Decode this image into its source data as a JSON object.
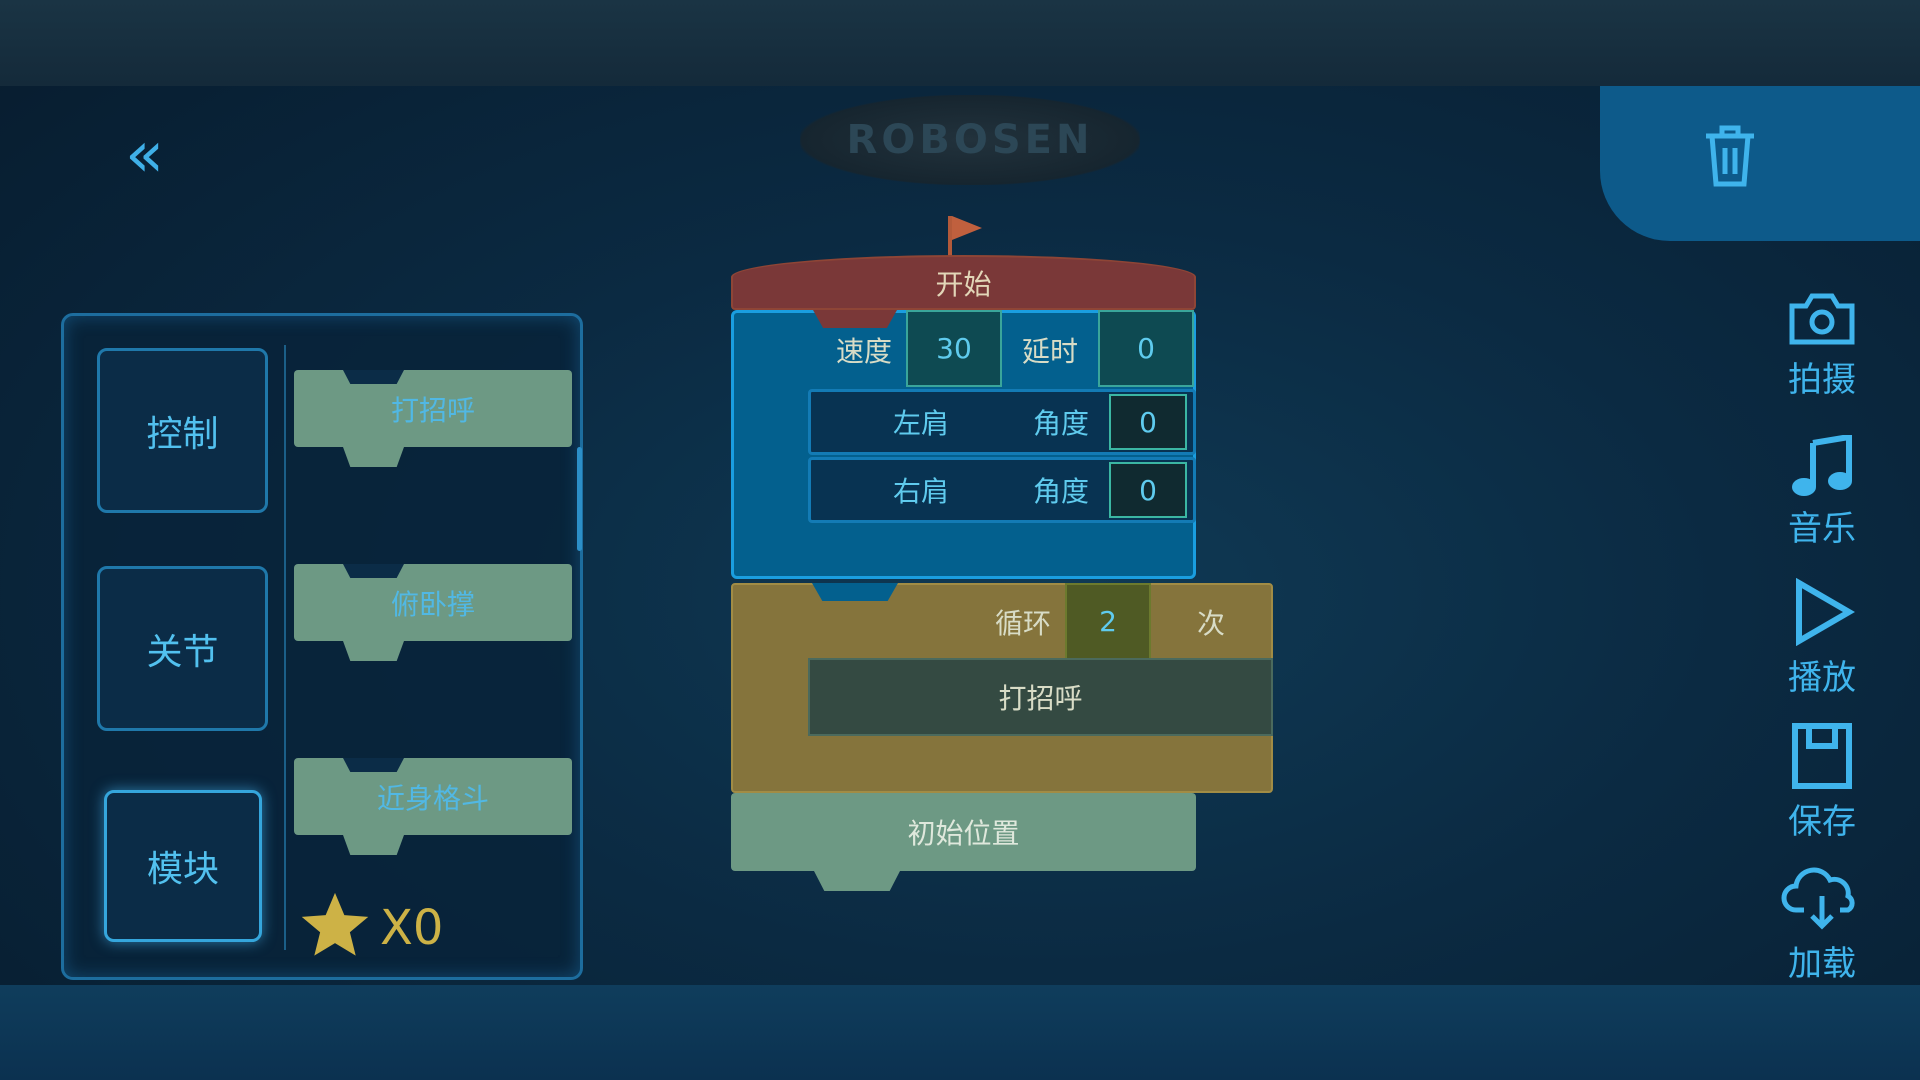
{
  "logo": "ROBOSEN",
  "nav": {
    "back_icon": "double-chevron-left",
    "trash_icon": "trash"
  },
  "categories": [
    {
      "label": "控制"
    },
    {
      "label": "关节"
    },
    {
      "label": "模块",
      "active": true
    }
  ],
  "palette_blocks": [
    {
      "label": "打招呼"
    },
    {
      "label": "俯卧撑"
    },
    {
      "label": "近身格斗"
    }
  ],
  "stars": {
    "count": "X0"
  },
  "program": {
    "start": {
      "label": "开始"
    },
    "motion": {
      "speed_label": "速度",
      "speed_value": "30",
      "delay_label": "延时",
      "delay_value": "0",
      "joints": [
        {
          "name": "左肩",
          "angle_label": "角度",
          "angle_value": "0"
        },
        {
          "name": "右肩",
          "angle_label": "角度",
          "angle_value": "0"
        }
      ]
    },
    "loop": {
      "label": "循环",
      "count": "2",
      "unit": "次",
      "body": {
        "label": "打招呼"
      }
    },
    "end": {
      "label": "初始位置"
    }
  },
  "toolbar": [
    {
      "label": "拍摄",
      "icon": "camera"
    },
    {
      "label": "音乐",
      "icon": "music-note"
    },
    {
      "label": "播放",
      "icon": "play"
    },
    {
      "label": "保存",
      "icon": "save"
    },
    {
      "label": "加载",
      "icon": "cloud-download"
    }
  ],
  "colors": {
    "accent": "#3fb4ec",
    "start": "#7a3838",
    "motion": "#03608e",
    "loop": "#85743c",
    "module": "#6d9984"
  }
}
